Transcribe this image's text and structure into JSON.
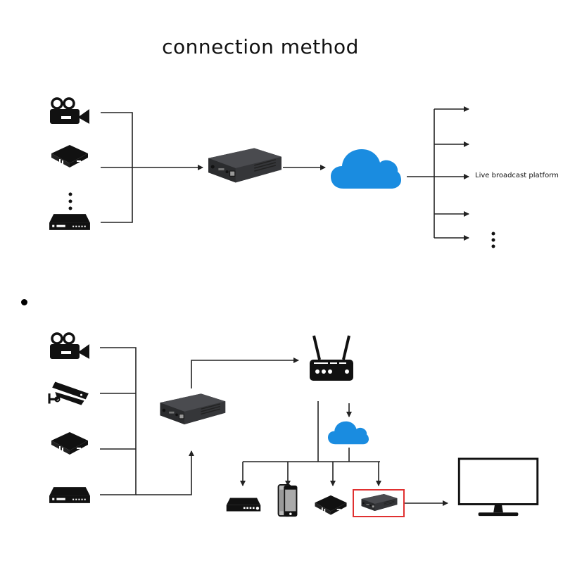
{
  "title": "connection method",
  "colors": {
    "cloud": "#1a8ce0",
    "line": "#222222",
    "highlight": "#e03030",
    "icon": "#111111"
  },
  "diagram1": {
    "name": "push-to-platform",
    "sources": [
      {
        "id": "video-camera",
        "icon": "video-camera-icon"
      },
      {
        "id": "set-top-box",
        "icon": "set-top-box-icon"
      },
      {
        "id": "more-sources",
        "icon": "vertical-ellipsis-icon"
      },
      {
        "id": "dvr-recorder",
        "icon": "dvr-icon"
      }
    ],
    "encoder": {
      "icon": "encoder-box-icon"
    },
    "cloud": {
      "icon": "cloud-icon"
    },
    "outputs_count": 5,
    "platform_label": "Live broadcast platform",
    "more_outputs": {
      "icon": "vertical-ellipsis-icon"
    }
  },
  "diagram2": {
    "name": "lan-distribution",
    "sources": [
      {
        "id": "video-camera",
        "icon": "video-camera-icon"
      },
      {
        "id": "cctv-camera",
        "icon": "cctv-camera-icon"
      },
      {
        "id": "set-top-box",
        "icon": "set-top-box-icon"
      },
      {
        "id": "dvr-recorder",
        "icon": "dvr-icon"
      }
    ],
    "encoder": {
      "icon": "encoder-box-icon"
    },
    "router": {
      "icon": "router-icon"
    },
    "cloud": {
      "icon": "cloud-icon"
    },
    "receivers": [
      {
        "id": "nvr",
        "icon": "nvr-icon"
      },
      {
        "id": "smartphone",
        "icon": "smartphone-icon"
      },
      {
        "id": "set-top-box",
        "icon": "set-top-box-icon"
      },
      {
        "id": "decoder",
        "icon": "decoder-box-icon",
        "highlighted": true
      }
    ],
    "display": {
      "icon": "monitor-icon"
    }
  }
}
